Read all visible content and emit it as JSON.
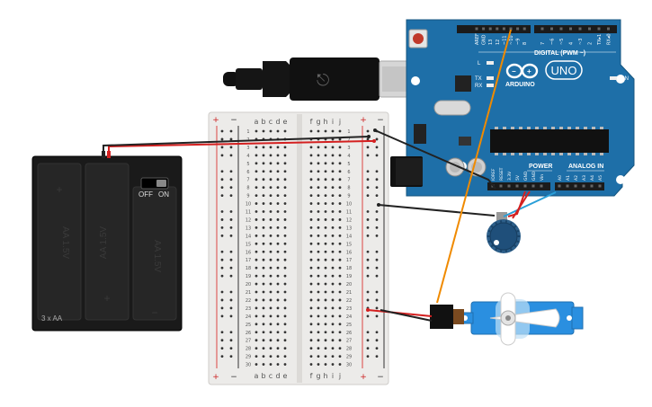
{
  "breadboard": {
    "col_left": [
      "a",
      "b",
      "c",
      "d",
      "e"
    ],
    "col_right": [
      "f",
      "g",
      "h",
      "i",
      "j"
    ],
    "rows": 30,
    "rail_plus": "+",
    "rail_minus": "−"
  },
  "battery": {
    "label": "3 x AA",
    "cell_label": "AA 1.5V",
    "switch_off": "OFF",
    "switch_on": "ON",
    "plus": "+",
    "minus": "−"
  },
  "arduino": {
    "brand": "ARDUINO",
    "model": "UNO",
    "digital_label": "DIGITAL (PWM ~)",
    "power_label": "POWER",
    "analog_label": "ANALOG IN",
    "on_label": "ON",
    "led_l": "L",
    "led_tx": "TX",
    "led_rx": "RX",
    "top_pins": [
      "AREF",
      "GND",
      "13",
      "12",
      "~11",
      "~10",
      "~9",
      "8",
      "7",
      "~6",
      "~5",
      "4",
      "~3",
      "2",
      "TX▸1",
      "RX◂0"
    ],
    "power_pins": [
      "IOREF",
      "RESET",
      "3.3V",
      "5V",
      "GND",
      "GND",
      "Vin"
    ],
    "analog_pins": [
      "A0",
      "A1",
      "A2",
      "A3",
      "A4",
      "A5"
    ]
  },
  "colors": {
    "board_blue": "#1e6fa8",
    "wire_orange": "#f08a00",
    "wire_red": "#d42020",
    "wire_black": "#222222",
    "wire_blue": "#2a9fd8",
    "servo_blue": "#2a8fe0",
    "breadboard": "#ecebe9"
  }
}
